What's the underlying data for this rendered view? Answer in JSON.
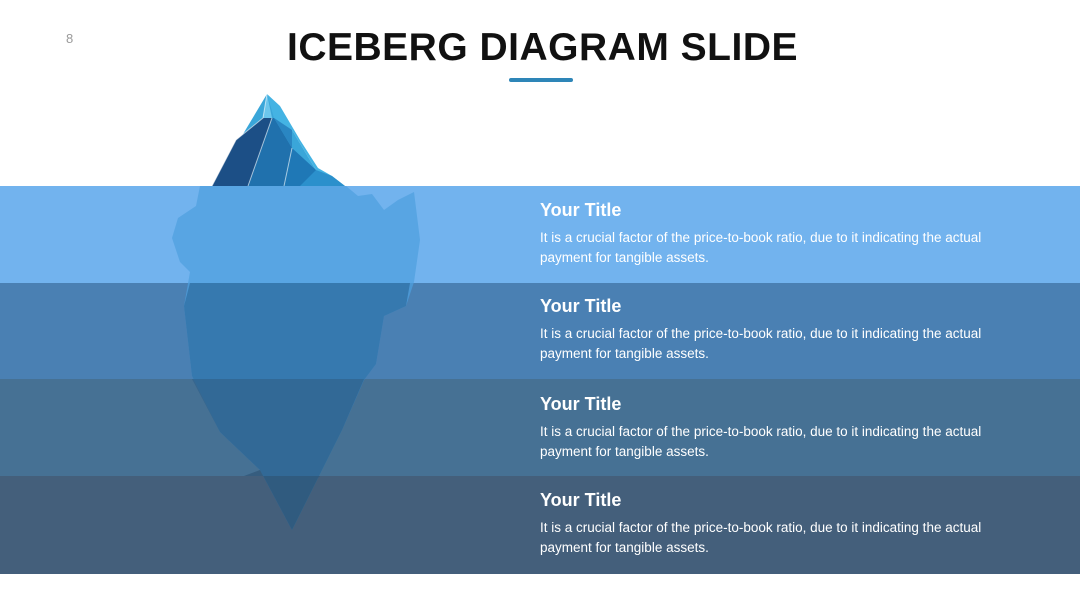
{
  "slide": {
    "number": "8",
    "title": "ICEBERG DIAGRAM SLIDE"
  },
  "colors": {
    "accent": "#2e86b8",
    "band_1": "#72b3ee",
    "band_2": "#4a80b3",
    "band_3": "#467194",
    "band_4": "#445f7b",
    "tip_light": "#3aa6d9",
    "tip_dark": "#1c4f86"
  },
  "levels": [
    {
      "title": "Your Title",
      "description": "It is a crucial factor of the price-to-book ratio, due to it indicating the actual payment for tangible assets."
    },
    {
      "title": "Your Title",
      "description": "It is a crucial factor of the price-to-book ratio, due to it indicating the actual payment for tangible assets."
    },
    {
      "title": "Your Title",
      "description": "It is a crucial factor of the price-to-book ratio, due to it indicating the actual payment for tangible assets."
    },
    {
      "title": "Your Title",
      "description": "It is a crucial factor of the price-to-book ratio, due to it indicating the actual payment for tangible assets."
    }
  ]
}
